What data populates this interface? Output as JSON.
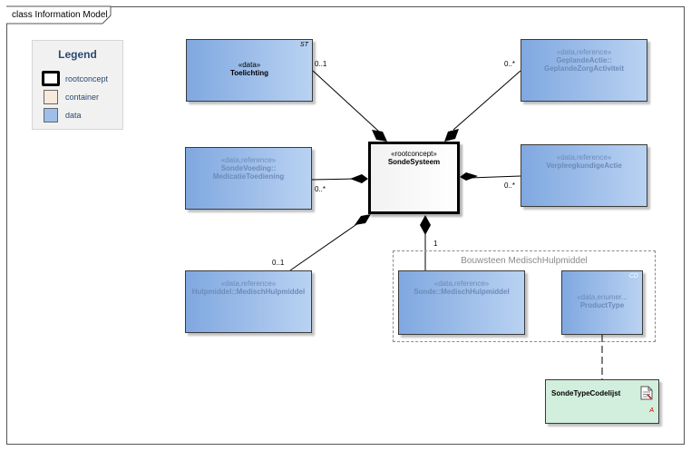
{
  "diagram": {
    "frame_title": "class Information Model",
    "legend": {
      "title": "Legend",
      "items": [
        {
          "label": "rootconcept",
          "color": "#ffffff"
        },
        {
          "label": "container",
          "color": "#f7e9dc"
        },
        {
          "label": "data",
          "color": "#9fbfea"
        }
      ]
    },
    "classes": {
      "toelichting": {
        "stereotype": "«data»",
        "name": "Toelichting",
        "corner": "ST"
      },
      "geplande_actie": {
        "stereotype": "«data,reference»",
        "name_line1": "GeplandeActie::",
        "name_line2": "GeplandeZorgActiviteit"
      },
      "sondevoeding": {
        "stereotype": "«data,reference»",
        "name_line1": "SondeVoeding::",
        "name_line2": "MedicatieToediening"
      },
      "verpleegkundige_actie": {
        "stereotype": "«data,reference»",
        "name": "VerpleegkundigeActie"
      },
      "sondesysteem": {
        "stereotype": "«rootconcept»",
        "name": "SondeSysteem"
      },
      "hulpmiddel": {
        "stereotype": "«data,reference»",
        "name": "Hulpmiddel::MedischHulpmiddel"
      },
      "sonde_mh": {
        "stereotype": "«data,reference»",
        "name": "Sonde::MedischHulpmiddel"
      },
      "producttype": {
        "stereotype": "«data,enumer...",
        "name": "ProductType",
        "corner": "CD"
      }
    },
    "package": {
      "label": "Bouwsteen MedischHulpmiddel"
    },
    "multiplicities": {
      "toelichting": "0..1",
      "geplande_actie": "0..*",
      "sondevoeding": "0..*",
      "verpleegkundige_actie": "0..*",
      "hulpmiddel": "0..1",
      "sonde_mh": "1"
    },
    "note": {
      "name": "SondeTypeCodelijst",
      "marker": "A"
    }
  }
}
